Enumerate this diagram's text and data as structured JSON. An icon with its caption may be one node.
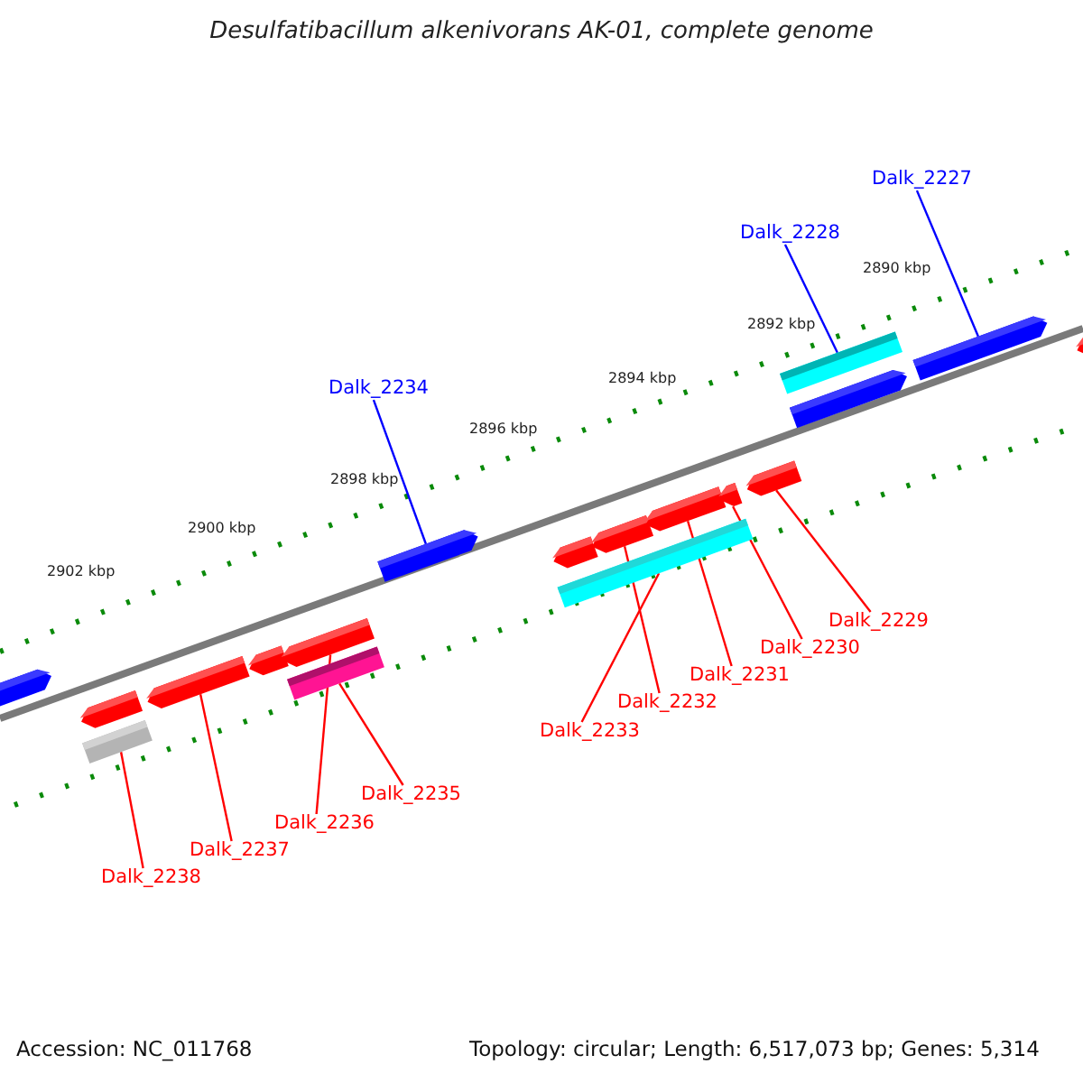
{
  "diagram": {
    "title": "Desulfatibacillum alkenivorans AK-01, complete genome",
    "nodes": [
      {
        "text": [
          "Dalk_2227"
        ]
      },
      {
        "text": [
          "Dalk_2228"
        ]
      },
      {
        "text": [
          "Dalk_2234"
        ]
      },
      {
        "text": [
          "Dalk_2229"
        ]
      },
      {
        "text": [
          "Dalk_2230"
        ]
      },
      {
        "text": [
          "Dalk_2231"
        ]
      },
      {
        "text": [
          "Dalk_2232"
        ]
      },
      {
        "text": [
          "Dalk_2233"
        ]
      },
      {
        "text": [
          "Dalk_2235"
        ]
      },
      {
        "text": [
          "Dalk_2236"
        ]
      },
      {
        "text": [
          "Dalk_2237"
        ]
      },
      {
        "text": [
          "Dalk_2238"
        ]
      },
      {
        "text": [],
        "shape": "arrow"
      },
      {
        "text": [],
        "shape": "arrow"
      },
      {
        "text": [],
        "shape": "bar"
      },
      {
        "text": [],
        "shape": "arrow"
      },
      {
        "text": [],
        "shape": "arrow"
      },
      {
        "text": [],
        "shape": "arrow"
      },
      {
        "text": [],
        "shape": "bar"
      },
      {
        "text": [],
        "shape": "arrow"
      },
      {
        "text": [],
        "shape": "arrow"
      },
      {
        "text": [],
        "shape": "arrow"
      },
      {
        "text": [],
        "shape": "bar"
      },
      {
        "text": [],
        "shape": "arrow"
      },
      {
        "text": [],
        "shape": "arrow"
      },
      {
        "text": [],
        "shape": "arrow"
      },
      {
        "text": [],
        "shape": "bar"
      },
      {
        "text": [],
        "shape": "arrow"
      },
      {
        "text": [],
        "shape": "arrow"
      },
      {
        "text": [],
        "shape": "arrow"
      }
    ],
    "edges": [
      {
        "from": 0,
        "to": 28,
        "arrow": "none",
        "color": "#0000ff"
      },
      {
        "from": 1,
        "to": 26,
        "arrow": "none",
        "color": "#0000ff"
      },
      {
        "from": 2,
        "to": 19,
        "arrow": "none",
        "color": "#0000ff"
      },
      {
        "from": 3,
        "to": 25,
        "arrow": "none"
      },
      {
        "from": 4,
        "to": 24,
        "arrow": "none"
      },
      {
        "from": 5,
        "to": 23,
        "arrow": "none"
      },
      {
        "from": 6,
        "to": 21,
        "arrow": "none"
      },
      {
        "from": 7,
        "to": 22,
        "arrow": "none"
      },
      {
        "from": 8,
        "to": 18,
        "arrow": "none"
      },
      {
        "from": 9,
        "to": 17,
        "arrow": "none"
      },
      {
        "from": 10,
        "to": 15,
        "arrow": "none"
      },
      {
        "from": 11,
        "to": 14,
        "arrow": "none"
      }
    ],
    "labels": [
      "2890 kbp",
      "2892 kbp",
      "2894 kbp",
      "2896 kbp",
      "2898 kbp",
      "2900 kbp",
      "2902 kbp",
      "Accession: NC_011768",
      "Topology: circular; Length: 6,517,073 bp; Genes: 5,314"
    ]
  }
}
